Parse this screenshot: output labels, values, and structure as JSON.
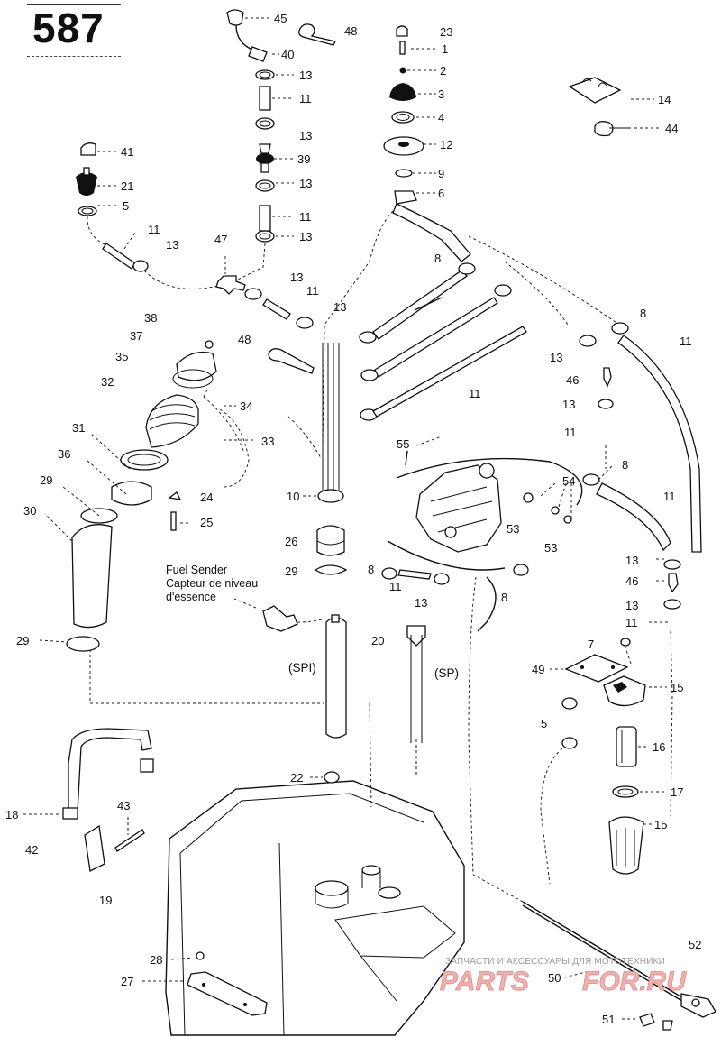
{
  "page": {
    "number": "587"
  },
  "callouts": {
    "c45": "45",
    "c48a": "48",
    "c40": "40",
    "c13a": "13",
    "c11a": "11",
    "c13b": "13",
    "c39": "39",
    "c13c": "13",
    "c11b": "11",
    "c13d": "13",
    "c23": "23",
    "c1": "1",
    "c2": "2",
    "c3": "3",
    "c4": "4",
    "c12": "12",
    "c9": "9",
    "c6": "6",
    "c14": "14",
    "c44": "44",
    "c41": "41",
    "c21": "21",
    "c5a": "5",
    "c11c": "11",
    "c13e": "13",
    "c47": "47",
    "c8a": "8",
    "c13f": "13",
    "c11d": "11",
    "c13g": "13",
    "c38": "38",
    "c37": "37",
    "c48b": "48",
    "c35": "35",
    "c32": "32",
    "c34": "34",
    "c33": "33",
    "c31": "31",
    "c36": "36",
    "c29a": "29",
    "c30": "30",
    "c24": "24",
    "c25": "25",
    "c8b": "8",
    "c11e": "11",
    "c13h": "13",
    "c46a": "46",
    "c13i": "13",
    "c11f": "11",
    "c11g": "11",
    "c55": "55",
    "c10": "10",
    "c54": "54",
    "c8c": "8",
    "c11h": "11",
    "c53a": "53",
    "c53b": "53",
    "c26": "26",
    "c29b": "29",
    "c8d": "8",
    "c11i": "11",
    "c13j": "13",
    "c8e": "8",
    "c13k": "13",
    "c46b": "46",
    "c13l": "13",
    "c11j": "11",
    "c29c": "29",
    "c20": "20",
    "c7": "7",
    "c49": "49",
    "c15a": "15",
    "c5b": "5",
    "c16": "16",
    "c17": "17",
    "c15b": "15",
    "c18": "18",
    "c43": "43",
    "c42": "42",
    "c19": "19",
    "c22": "22",
    "c28": "28",
    "c27": "27",
    "c52": "52",
    "c50": "50",
    "c51": "51"
  },
  "labels": {
    "fuel_sender_en": "Fuel Sender",
    "fuel_sender_fr1": "Capteur de niveau",
    "fuel_sender_fr2": "d'essence",
    "spi": "(SPI)",
    "sp": "(SP)"
  },
  "watermark": {
    "tagline": "ЗАПЧАСТИ И АКСЕССУАРЫ ДЛЯ МОТОТЕХНИКИ",
    "brand_left": "PARTS",
    "brand_right": "FOR.RU"
  }
}
